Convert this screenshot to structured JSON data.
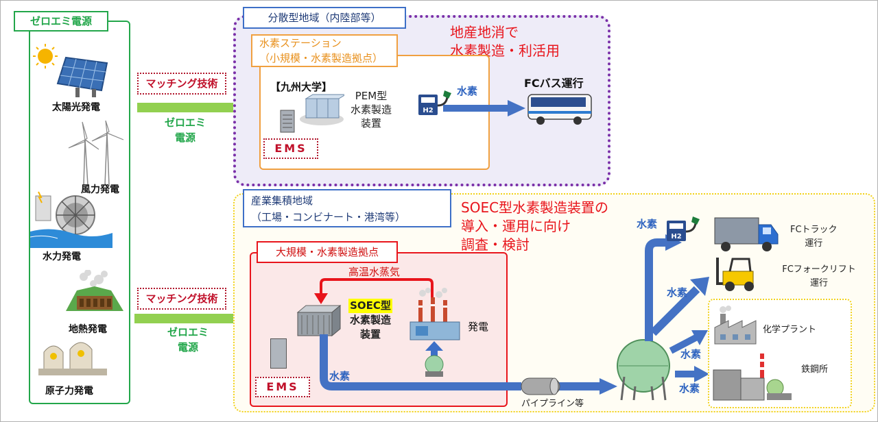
{
  "sources": {
    "title": "ゼロエミ電源",
    "items": [
      "太陽光発電",
      "風力発電",
      "水力発電",
      "地熱発電",
      "原子力発電"
    ]
  },
  "matching": {
    "top": "マッチング技術",
    "bottom": "マッチング技術",
    "zero_emi_top": [
      "ゼロエミ",
      "電源"
    ],
    "zero_emi_bottom": [
      "ゼロエミ",
      "電源"
    ]
  },
  "distributed": {
    "title": "分散型地域（内陸部等）",
    "note": [
      "地産地消で",
      "水素製造・利活用"
    ],
    "station_title": [
      "水素ステーション",
      "（小規模・水素製造拠点）"
    ],
    "university": "【九州大学】",
    "pem": [
      "PEM型",
      "水素製造",
      "装置"
    ],
    "ems": "EMS",
    "h2_label": "水素",
    "bus": "FCバス運行"
  },
  "industrial": {
    "title": [
      "産業集積地域",
      "（工場・コンビナート・港湾等）"
    ],
    "note": [
      "SOEC型水素製造装置の",
      "導入・運用に向け",
      "調査・検討"
    ],
    "base_title": "大規模・水素製造拠点",
    "steam": "高温水蒸気",
    "soec": [
      "SOEC型",
      "水素製造",
      "装置"
    ],
    "power": "発電",
    "ems": "EMS",
    "h2_pipe": "水素",
    "pipeline": "パイプライン等",
    "h2_truck": "水素",
    "h2_forklift": "水素",
    "h2_chem": "水素",
    "h2_steel": "水素",
    "truck": [
      "FCトラック",
      "運行"
    ],
    "forklift": [
      "FCフォークリフト",
      "運行"
    ],
    "chem": "化学プラント",
    "steel": "鉄鋼所"
  },
  "colors": {
    "green": "#22a64a",
    "purple": "#7a2fa8",
    "orange": "#f0a040",
    "yellow": "#f2d21a",
    "red": "#e8141b",
    "blue": "#3d6fc7"
  }
}
